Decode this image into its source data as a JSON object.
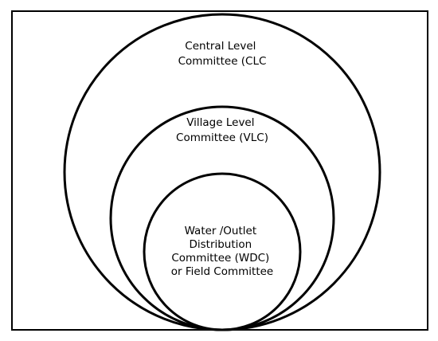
{
  "diagram": {
    "nodes": [
      {
        "id": "clc",
        "lines": [
          "Central Level",
          "Committee (CLC"
        ]
      },
      {
        "id": "vlc",
        "lines": [
          "Village Level",
          "Committee (VLC)"
        ]
      },
      {
        "id": "wdc",
        "lines": [
          "Water /Outlet",
          "Distribution",
          "Committee (WDC)",
          "or Field Committee"
        ]
      }
    ],
    "relations": [
      {
        "inner": "vlc",
        "outer": "clc",
        "type": "nested-within"
      },
      {
        "inner": "wdc",
        "outer": "vlc",
        "type": "nested-within"
      }
    ]
  }
}
